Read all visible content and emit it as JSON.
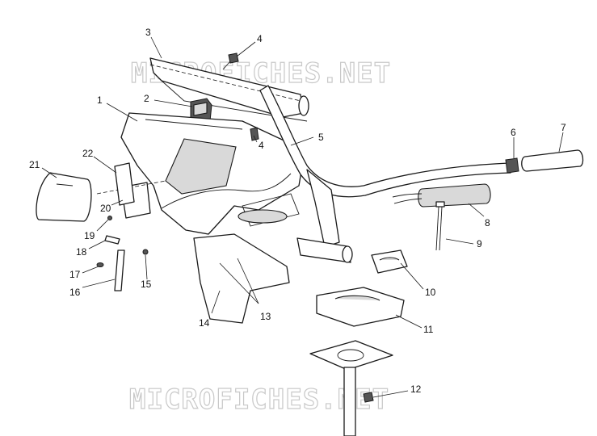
{
  "watermark": {
    "top_text": "MICROFICHES.NET",
    "bottom_text": "MICROFICHES.NET"
  },
  "callouts": [
    {
      "id": "1",
      "label": "1"
    },
    {
      "id": "2",
      "label": "2"
    },
    {
      "id": "3",
      "label": "3"
    },
    {
      "id": "4a",
      "label": "4"
    },
    {
      "id": "4b",
      "label": "4"
    },
    {
      "id": "5",
      "label": "5"
    },
    {
      "id": "6",
      "label": "6"
    },
    {
      "id": "7",
      "label": "7"
    },
    {
      "id": "8",
      "label": "8"
    },
    {
      "id": "9",
      "label": "9"
    },
    {
      "id": "10",
      "label": "10"
    },
    {
      "id": "11",
      "label": "11"
    },
    {
      "id": "12",
      "label": "12"
    },
    {
      "id": "13",
      "label": "13"
    },
    {
      "id": "14",
      "label": "14"
    },
    {
      "id": "15",
      "label": "15"
    },
    {
      "id": "16",
      "label": "16"
    },
    {
      "id": "17",
      "label": "17"
    },
    {
      "id": "18",
      "label": "18"
    },
    {
      "id": "19",
      "label": "19"
    },
    {
      "id": "20",
      "label": "20"
    },
    {
      "id": "21",
      "label": "21"
    },
    {
      "id": "22",
      "label": "22"
    }
  ]
}
